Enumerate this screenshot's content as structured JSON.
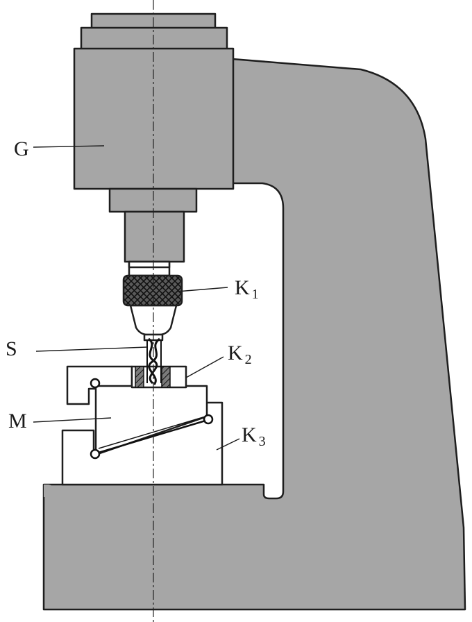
{
  "labels": {
    "G": "G",
    "K1_main": "K",
    "K1_sub": "1",
    "S": "S",
    "K2_main": "K",
    "K2_sub": "2",
    "M": "M",
    "K3_main": "K",
    "K3_sub": "3"
  },
  "colors": {
    "body": "#a6a6a6",
    "outline": "#1e1e1e",
    "background": "#ffffff"
  }
}
